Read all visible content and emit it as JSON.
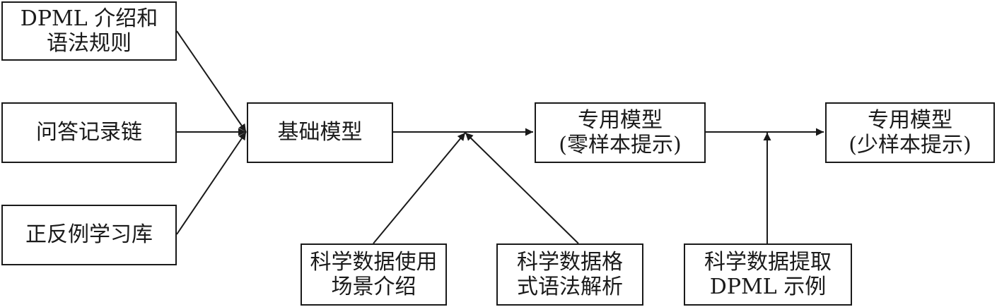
{
  "nodes": {
    "dpml_intro": "DPML 介绍和\n语法规则",
    "qa_chain": "问答记录链",
    "example_lib": "正反例学习库",
    "base_model": "基础模型",
    "zero_shot": "专用模型\n(零样本提示)",
    "few_shot": "专用模型\n(少样本提示)",
    "scenario_intro": "科学数据使用\n场景介绍",
    "format_parse": "科学数据格\n式语法解析",
    "extract_example": "科学数据提取\nDPML 示例"
  },
  "colors": {
    "line": "#1a1a1a",
    "box_border": "#1a1a1a",
    "background": "#ffffff"
  }
}
